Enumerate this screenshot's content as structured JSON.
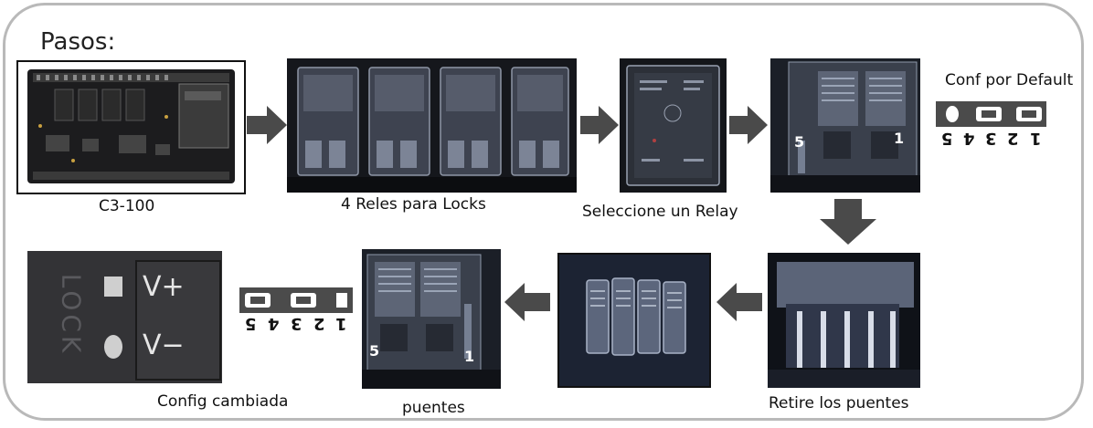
{
  "title": "Pasos:",
  "steps": {
    "board": "C3-100",
    "relays": "4 Reles para Locks",
    "select": "Seleccione un Relay",
    "default": "Conf por Default",
    "remove": "Retire los puentes",
    "bridges": "puentes",
    "changed": "Config cambiada"
  },
  "pin_labels": [
    "5",
    "4",
    "3",
    "2",
    "1"
  ],
  "relay_pins": {
    "left": "5",
    "right": "1"
  },
  "terminal": {
    "text": "LOCK",
    "plus": "V+",
    "minus": "V−"
  }
}
